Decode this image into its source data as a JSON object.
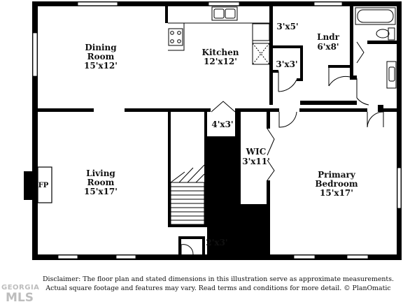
{
  "rooms": {
    "dining": {
      "name": "Dining",
      "name2": "Room",
      "dim": "15'x12'"
    },
    "kitchen": {
      "name": "Kitchen",
      "dim": "12'x12'"
    },
    "closet_a": {
      "dim": "3'x5'"
    },
    "laundry": {
      "name": "Lndr",
      "dim": "6'x8'"
    },
    "closet_b": {
      "dim": "3'x3'"
    },
    "closet_c": {
      "dim": "4'x3'"
    },
    "living": {
      "name": "Living",
      "name2": "Room",
      "dim": "15'x17'"
    },
    "fireplace": {
      "name": "FP"
    },
    "wic": {
      "name": "WIC",
      "dim": "3'x11'"
    },
    "primary": {
      "name": "Primary",
      "name2": "Bedroom",
      "dim": "15'x17'"
    },
    "closet_d": {
      "dim": "2'x3'"
    }
  },
  "disclaimer": {
    "line1": "Disclaimer: The floor plan and stated dimensions in this illustration serve as approximate measurements.",
    "line2": "Actual square footage and features may vary. Read terms and conditions for more detail. © PlanOmatic"
  },
  "watermark": {
    "line1": "GEORGIA",
    "line2": "MLS"
  }
}
